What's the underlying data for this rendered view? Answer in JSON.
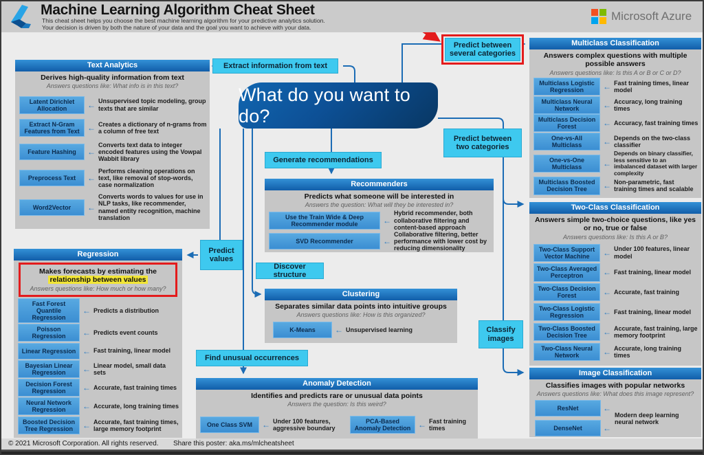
{
  "colors": {
    "connector_blue": "#1b6cb5",
    "title_bar_blue": "#1663ae",
    "algorithm_button_blue": "#4499da",
    "decision_label_cyan": "#3ec9ef",
    "annotation_red": "#e31b1c",
    "highlight_yellow": "#f1e536",
    "central_node_blue": "#0d4c8c"
  },
  "icons": {
    "left_arrow": "←"
  },
  "header": {
    "title": "Machine Learning Algorithm Cheat Sheet",
    "subtitle_line1": "This cheat sheet helps you choose the best machine learning algorithm for your predictive analytics solution.",
    "subtitle_line2": "Your decision is driven by both the nature of your data and the goal you want to achieve with your data.",
    "brand": "Microsoft Azure"
  },
  "central_node": {
    "question": "What do you want to do?"
  },
  "decision_labels": {
    "extract_text": "Extract information from text",
    "predict_several": "Predict between several categories",
    "predict_two": "Predict between two categories",
    "generate_recommendations": "Generate recommendations",
    "predict_values": "Predict values",
    "discover_structure": "Discover structure",
    "find_unusual": "Find unusual occurrences",
    "classify_images": "Classify images"
  },
  "sections": {
    "text_analytics": {
      "title": "Text Analytics",
      "heading": "Derives high-quality information from text",
      "question": "Answers questions like: What info is in this text?",
      "items": [
        {
          "name": "Latent Dirichlet Allocation",
          "desc": "Unsupervised topic modeling, group texts that are similar"
        },
        {
          "name": "Extract N-Gram Features from Text",
          "desc": "Creates a dictionary of n-grams from a column of free text"
        },
        {
          "name": "Feature Hashing",
          "desc": "Converts text data to integer encoded features using the Vowpal Wabbit library"
        },
        {
          "name": "Preprocess Text",
          "desc": "Performs cleaning operations on text, like removal of stop-words, case normalization"
        },
        {
          "name": "Word2Vector",
          "desc": "Converts words to values for use in NLP tasks, like recommender, named entity recognition, machine translation"
        }
      ]
    },
    "regression": {
      "title": "Regression",
      "heading_line1": "Makes forecasts by estimating the",
      "heading_highlight": "relationship between values",
      "question": "Answers questions like: How much or how many?",
      "items": [
        {
          "name": "Fast Forest Quantile Regression",
          "desc": "Predicts a distribution"
        },
        {
          "name": "Poisson Regression",
          "desc": "Predicts event counts"
        },
        {
          "name": "Linear Regression",
          "desc": "Fast training, linear model"
        },
        {
          "name": "Bayesian Linear Regression",
          "desc": "Linear model, small data sets"
        },
        {
          "name": "Decision Forest Regression",
          "desc": "Accurate, fast training times"
        },
        {
          "name": "Neural Network Regression",
          "desc": "Accurate, long training times"
        },
        {
          "name": "Boosted Decision Tree Regression",
          "desc": "Accurate, fast training times, large memory footprint"
        }
      ]
    },
    "recommenders": {
      "title": "Recommenders",
      "heading": "Predicts what someone will be interested in",
      "question": "Answers the question: What will they be interested in?",
      "items": [
        {
          "name": "Use the Train Wide & Deep Recommender module",
          "desc": "Hybrid recommender, both collaborative filtering and content-based approach"
        },
        {
          "name": "SVD Recommender",
          "desc": "Collaborative filtering, better performance with lower cost by reducing dimensionality"
        }
      ]
    },
    "clustering": {
      "title": "Clustering",
      "heading": "Separates similar data points into intuitive groups",
      "question": "Answers questions like: How is this organized?",
      "items": [
        {
          "name": "K-Means",
          "desc": "Unsupervised learning"
        }
      ]
    },
    "anomaly_detection": {
      "title": "Anomaly Detection",
      "heading": "Identifies and predicts rare or unusual data points",
      "question": "Answers the question: Is this weird?",
      "items": [
        {
          "name": "One Class SVM",
          "desc": "Under 100 features, aggressive boundary"
        },
        {
          "name": "PCA-Based Anomaly Detection",
          "desc": "Fast training times"
        }
      ]
    },
    "multiclass_classification": {
      "title": "Multiclass Classification",
      "heading": "Answers complex questions with multiple possible answers",
      "question": "Answers questions like: Is this A or B or C or D?",
      "items": [
        {
          "name": "Multiclass Logistic Regression",
          "desc": "Fast training times, linear model"
        },
        {
          "name": "Multiclass Neural Network",
          "desc": "Accuracy, long training times"
        },
        {
          "name": "Multiclass Decision Forest",
          "desc": "Accuracy, fast training times"
        },
        {
          "name": "One-vs-All Multiclass",
          "desc": "Depends on the two-class classifier"
        },
        {
          "name": "One-vs-One Multiclass",
          "desc": "Depends on binary classifier, less sensitive to an imbalanced dataset with larger complexity"
        },
        {
          "name": "Multiclass Boosted Decision Tree",
          "desc": "Non-parametric, fast training times and scalable"
        }
      ]
    },
    "two_class_classification": {
      "title": "Two-Class Classification",
      "heading": "Answers simple two-choice questions, like yes or no, true or false",
      "question": "Answers questions like: Is this A or B?",
      "items": [
        {
          "name": "Two-Class Support Vector Machine",
          "desc": "Under 100 features, linear model"
        },
        {
          "name": "Two-Class Averaged Perceptron",
          "desc": "Fast training, linear model"
        },
        {
          "name": "Two-Class Decision Forest",
          "desc": "Accurate, fast training"
        },
        {
          "name": "Two-Class Logistic Regression",
          "desc": "Fast training, linear model"
        },
        {
          "name": "Two-Class Boosted Decision Tree",
          "desc": "Accurate, fast training, large memory footprint"
        },
        {
          "name": "Two-Class Neural Network",
          "desc": "Accurate, long training times"
        }
      ]
    },
    "image_classification": {
      "title": "Image Classification",
      "heading": "Classifies images with popular networks",
      "question": "Answers questions like: What does this image represent?",
      "items": [
        {
          "name": "ResNet"
        },
        {
          "name": "DenseNet"
        }
      ],
      "shared_desc": "Modern deep learning neural network"
    }
  },
  "footer": {
    "copyright": "© 2021 Microsoft Corporation. All rights reserved.",
    "share": "Share this poster: aka.ms/mlcheatsheet"
  }
}
